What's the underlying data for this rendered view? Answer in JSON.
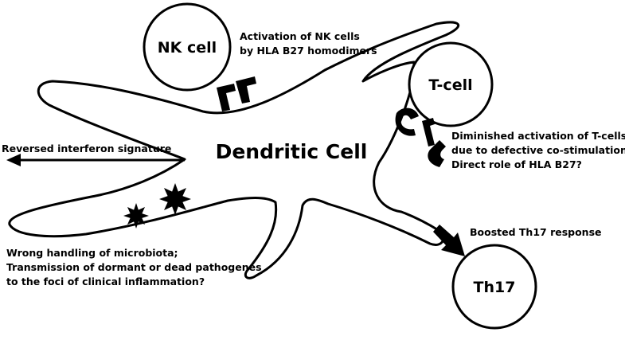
{
  "diagram": {
    "title": "Dendritic Cell",
    "cells": {
      "nk": "NK cell",
      "tcell": "T-cell",
      "th17": "Th17"
    },
    "annotations": {
      "nk_line1": "Activation of NK cells",
      "nk_line2": "by HLA B27 homodimers",
      "tcell_line1": "Diminished activation of T-cells",
      "tcell_line2": "due to defective co-stimulation.",
      "tcell_line3": "Direct role of HLA B27?",
      "interferon": "Reversed interferon signature",
      "th17": "Boosted Th17 response",
      "micro_line1": "Wrong handling of microbiota;",
      "micro_line2": "Transmission of dormant or dead pathogenes",
      "micro_line3": "to the foci of clinical inflammation?"
    },
    "colors": {
      "stroke": "#000000",
      "background": "#ffffff"
    }
  }
}
